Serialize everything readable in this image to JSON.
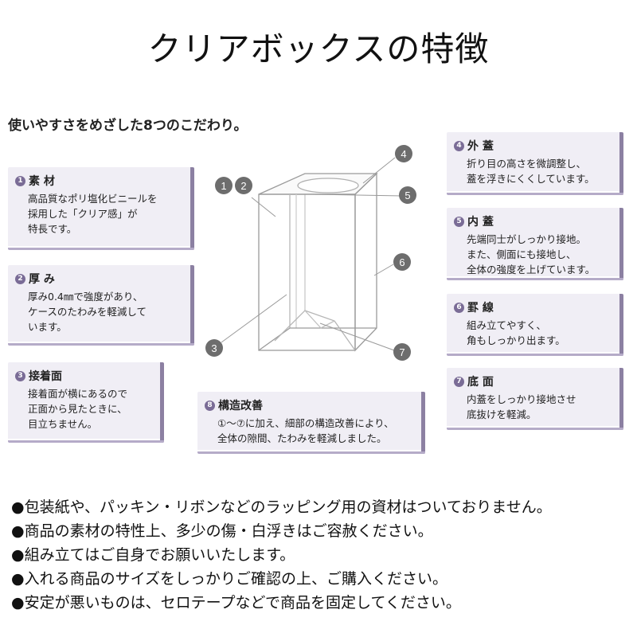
{
  "title": "クリアボックスの特徴",
  "subtitle": "使いやすさをめざした8つのこだわり。",
  "cards": [
    {
      "num": "1",
      "heading": "素 材",
      "lines": [
        "高品質なポリ塩化ビニールを",
        "採用した「クリア感」が",
        "特長です。"
      ]
    },
    {
      "num": "2",
      "heading": "厚 み",
      "lines": [
        "厚み0.4㎜で強度があり、",
        "ケースのたわみを軽減して",
        "います。"
      ]
    },
    {
      "num": "3",
      "heading": "接着面",
      "lines": [
        "接着面が横にあるので",
        "正面から見たときに、",
        "目立ちません。"
      ]
    },
    {
      "num": "4",
      "heading": "外 蓋",
      "lines": [
        "折り目の高さを微調整し、",
        "蓋を浮きにくくしています。"
      ]
    },
    {
      "num": "5",
      "heading": "内 蓋",
      "lines": [
        "先端同士がしっかり接地。",
        "また、側面にも接地し、",
        "全体の強度を上げています。"
      ]
    },
    {
      "num": "6",
      "heading": "罫 線",
      "lines": [
        "組み立てやすく、",
        "角もしっかり出ます。"
      ]
    },
    {
      "num": "7",
      "heading": "底 面",
      "lines": [
        "内蓋をしっかり接地させ",
        "底抜けを軽減。"
      ]
    },
    {
      "num": "8",
      "heading": "構造改善",
      "lines": [
        "①～⑦に加え、細部の構造改善により、",
        "全体の隙間、たわみを軽減しました。"
      ]
    }
  ],
  "callouts": [
    "1",
    "2",
    "3",
    "4",
    "5",
    "6",
    "7"
  ],
  "notes": [
    "●包装紙や、パッキン・リボンなどのラッピング用の資材はついておりません。",
    "●商品の素材の特性上、多少の傷・白浮きはご容赦ください。",
    "●組み立てはご自身でお願いいたします。",
    "●入れる商品のサイズをしっかりご確認の上、ご購入ください。",
    "●安定が悪いものは、セロテープなどで商品を固定してください。"
  ],
  "colors": {
    "card_bg": "#f0eef5",
    "card_edge": "#7f7298",
    "badge": "#7a6c96",
    "callout": "#6d6d6d"
  }
}
